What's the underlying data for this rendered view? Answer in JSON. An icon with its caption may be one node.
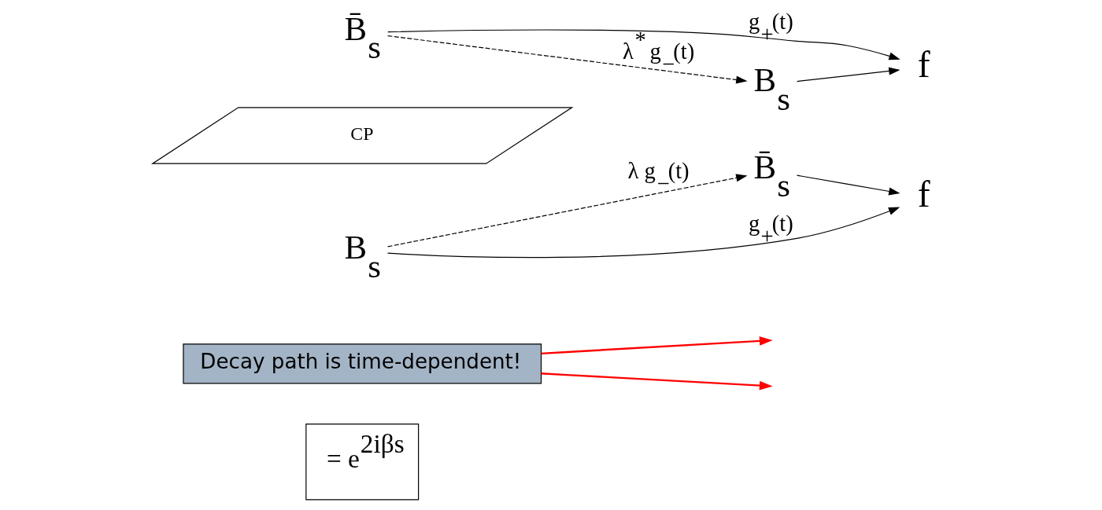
{
  "diagram": {
    "nodes": [
      {
        "text": [
          "= e$^{2iβs}$"
        ]
      },
      {
        "text": [
          "Decay path is time-dependent!"
        ]
      },
      {
        "text": [
          "B̄$_{s}$"
        ]
      },
      {
        "text": [
          "B$_{s}$"
        ]
      },
      {
        "text": [
          "f"
        ]
      },
      {
        "text": [
          "CP"
        ]
      },
      {
        "text": [
          "B̄$_{s}$"
        ]
      },
      {
        "text": [
          "f"
        ]
      },
      {
        "text": [
          "B$_{s}$"
        ]
      }
    ],
    "edges": [
      {
        "from": 3,
        "to": 2,
        "arrow": "to",
        "label": "λ g$_{−}$(t)",
        "style": "dashed"
      },
      {
        "from": 2,
        "to": 4,
        "arrow": "to"
      },
      {
        "from": 3,
        "to": 4,
        "arrow": "to",
        "label": "g$_{+}$(t)"
      },
      {
        "from": 1,
        "to": null,
        "arrow": "to",
        "color": "#ff0000"
      },
      {
        "from": 1,
        "to": null,
        "arrow": "to",
        "color": "#ff0000"
      },
      {
        "from": 6,
        "to": 7,
        "arrow": "to",
        "label": "g$_{+}$(t)"
      },
      {
        "from": 6,
        "to": 8,
        "arrow": "to",
        "label": "λ$^{*}$ g$_{−}$(t)",
        "style": "dashed"
      },
      {
        "from": 8,
        "to": 7,
        "arrow": "to"
      }
    ]
  }
}
